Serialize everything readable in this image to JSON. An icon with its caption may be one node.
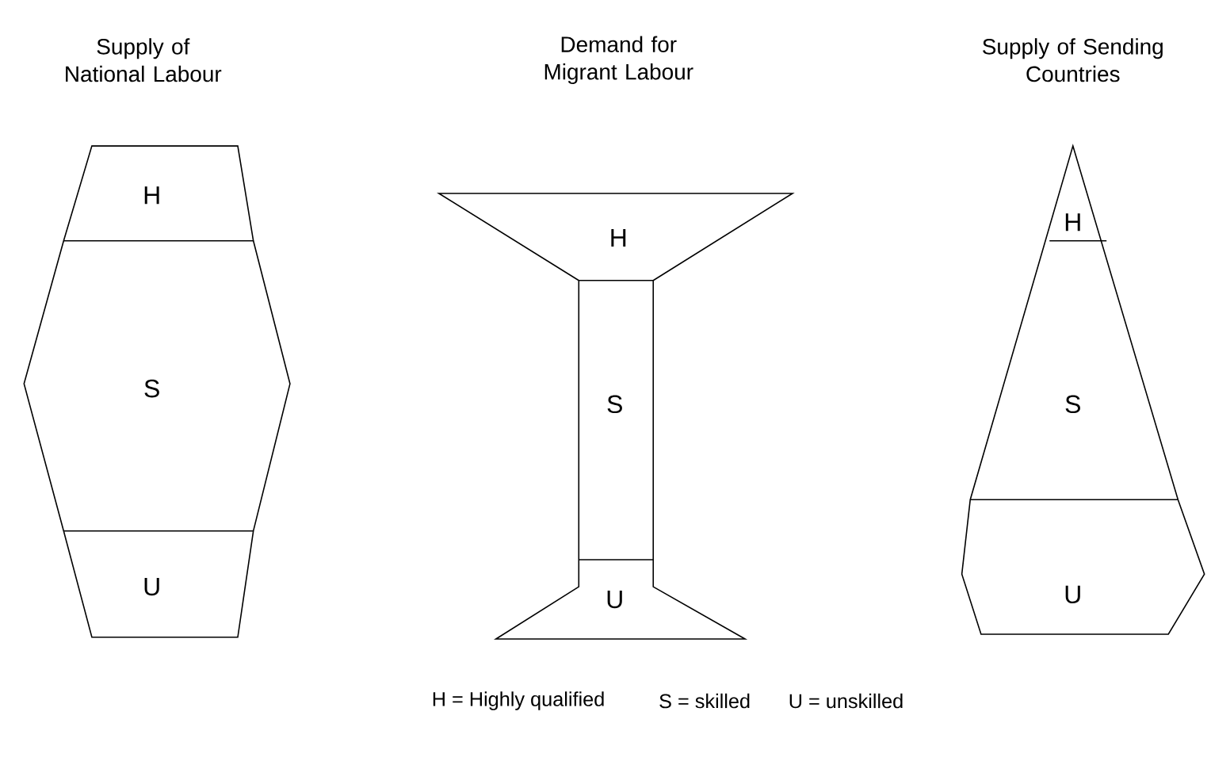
{
  "diagram": {
    "nodes": [
      {
        "text": [
          "Supply of National Labour"
        ]
      },
      {
        "text": [
          "H"
        ],
        "in": 0
      },
      {
        "text": [
          "S"
        ],
        "in": 0
      },
      {
        "text": [
          "U"
        ],
        "in": 0
      },
      {
        "text": [
          "Demand for Migrant Labour"
        ]
      },
      {
        "text": [
          "H"
        ],
        "in": 4
      },
      {
        "text": [
          "S"
        ],
        "in": 4
      },
      {
        "text": [
          "U"
        ],
        "in": 4
      },
      {
        "text": [
          "Supply of Sending Countries"
        ]
      },
      {
        "text": [
          "H"
        ],
        "in": 8
      },
      {
        "text": [
          "S"
        ],
        "in": 8
      },
      {
        "text": [
          "U"
        ],
        "in": 8
      }
    ],
    "edges": [],
    "labels": [
      "H = Highly qualified",
      "S = skilled",
      "U = unskilled"
    ]
  }
}
